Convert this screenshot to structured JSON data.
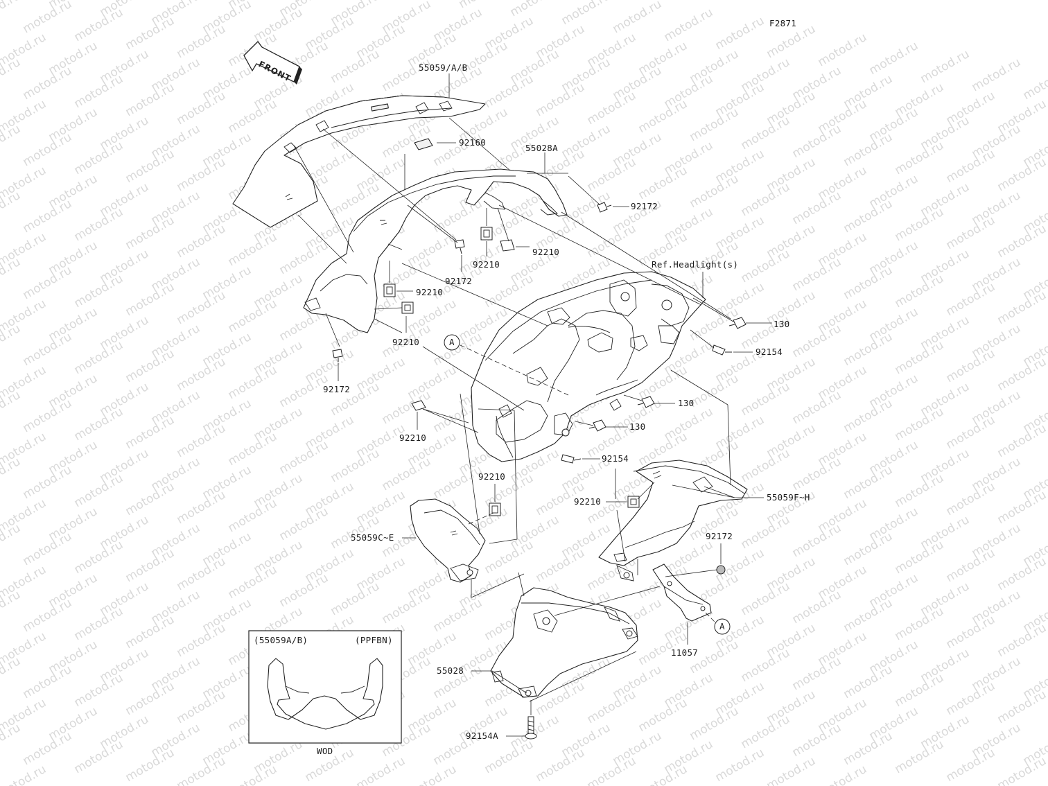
{
  "figure_code": "F2871",
  "front_arrow": "FRONT",
  "callouts": {
    "windscreen": "55059/A/B",
    "clip_92160": "92160",
    "upper_cowl_inner": "55028A",
    "screw_92172_upper_right": "92172",
    "nut_92210_center": "92210",
    "nut_92210_right": "92210",
    "screw_92172_center": "92172",
    "ref_headlight": "Ref.Headlight(s)",
    "nut_92210_left_upper": "92210",
    "nut_92210_left_lower": "92210",
    "screw_92172_left": "92172",
    "bolt_130_upper": "130",
    "bolt_92154_upper": "92154",
    "marker_a_left": "A",
    "bolt_130_middle": "130",
    "bolt_130_lower": "130",
    "nut_92210_mid_left": "92210",
    "bolt_92154_lower": "92154",
    "nut_92210_lower_left": "92210",
    "nut_92210_lower_right": "92210",
    "side_cowl_right": "55059F~H",
    "side_cowl_left": "55059C~E",
    "screw_92172_lower_right": "92172",
    "marker_a_right": "A",
    "bracket_11057": "11057",
    "lower_cowl_55028": "55028",
    "screw_92154a": "92154A"
  },
  "inset": {
    "left_label": "(55059A/B)",
    "right_label": "(PPFBN)",
    "caption": "WOD"
  },
  "watermark": "motod.ru"
}
